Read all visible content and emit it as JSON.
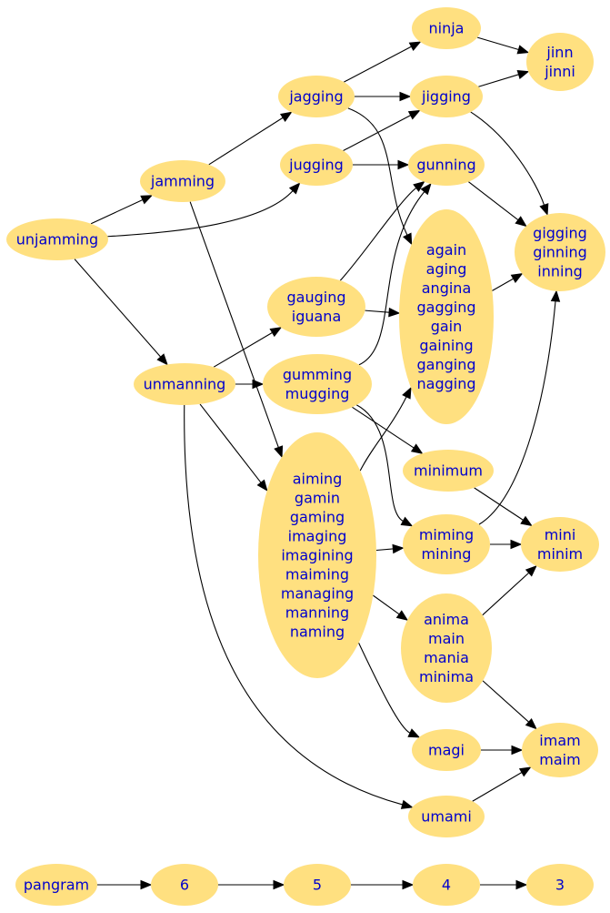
{
  "nodes": {
    "unjamming": [
      "unjamming"
    ],
    "jamming": [
      "jamming"
    ],
    "jagging": [
      "jagging"
    ],
    "jugging": [
      "jugging"
    ],
    "ninja": [
      "ninja"
    ],
    "jinn": [
      "jinn",
      "jinni"
    ],
    "jigging": [
      "jigging"
    ],
    "gunning": [
      "gunning"
    ],
    "gigging": [
      "gigging",
      "ginning",
      "inning"
    ],
    "again": [
      "again",
      "aging",
      "angina",
      "gagging",
      "gain",
      "gaining",
      "ganging",
      "nagging"
    ],
    "gauging": [
      "gauging",
      "iguana"
    ],
    "unmanning": [
      "unmanning"
    ],
    "gumming": [
      "gumming",
      "mugging"
    ],
    "aiming": [
      "aiming",
      "gamin",
      "gaming",
      "imaging",
      "imagining",
      "maiming",
      "managing",
      "manning",
      "naming"
    ],
    "minimum": [
      "minimum"
    ],
    "miming": [
      "miming",
      "mining"
    ],
    "mini": [
      "mini",
      "minim"
    ],
    "anima": [
      "anima",
      "main",
      "mania",
      "minima"
    ],
    "magi": [
      "magi"
    ],
    "imam": [
      "imam",
      "maim"
    ],
    "umami": [
      "umami"
    ],
    "pangram": [
      "pangram"
    ],
    "n6": [
      "6"
    ],
    "n5": [
      "5"
    ],
    "n4": [
      "4"
    ],
    "n3": [
      "3"
    ]
  },
  "edges": [
    [
      "unjamming",
      "jamming"
    ],
    [
      "unjamming",
      "jugging"
    ],
    [
      "unjamming",
      "unmanning"
    ],
    [
      "jamming",
      "jagging"
    ],
    [
      "jamming",
      "aiming"
    ],
    [
      "jagging",
      "ninja"
    ],
    [
      "jagging",
      "jigging"
    ],
    [
      "jagging",
      "again"
    ],
    [
      "jugging",
      "jigging"
    ],
    [
      "jugging",
      "gunning"
    ],
    [
      "ninja",
      "jinn"
    ],
    [
      "jigging",
      "jinn"
    ],
    [
      "jigging",
      "gigging"
    ],
    [
      "gunning",
      "gigging"
    ],
    [
      "again",
      "gigging"
    ],
    [
      "gauging",
      "gunning"
    ],
    [
      "gauging",
      "again"
    ],
    [
      "unmanning",
      "gauging"
    ],
    [
      "unmanning",
      "gumming"
    ],
    [
      "unmanning",
      "aiming"
    ],
    [
      "unmanning",
      "umami"
    ],
    [
      "gumming",
      "gunning"
    ],
    [
      "gumming",
      "minimum"
    ],
    [
      "gumming",
      "miming"
    ],
    [
      "aiming",
      "again"
    ],
    [
      "aiming",
      "miming"
    ],
    [
      "aiming",
      "anima"
    ],
    [
      "aiming",
      "magi"
    ],
    [
      "minimum",
      "mini"
    ],
    [
      "miming",
      "gigging"
    ],
    [
      "miming",
      "mini"
    ],
    [
      "anima",
      "mini"
    ],
    [
      "anima",
      "imam"
    ],
    [
      "magi",
      "imam"
    ],
    [
      "umami",
      "imam"
    ],
    [
      "pangram",
      "n6"
    ],
    [
      "n6",
      "n5"
    ],
    [
      "n5",
      "n4"
    ],
    [
      "n4",
      "n3"
    ]
  ]
}
